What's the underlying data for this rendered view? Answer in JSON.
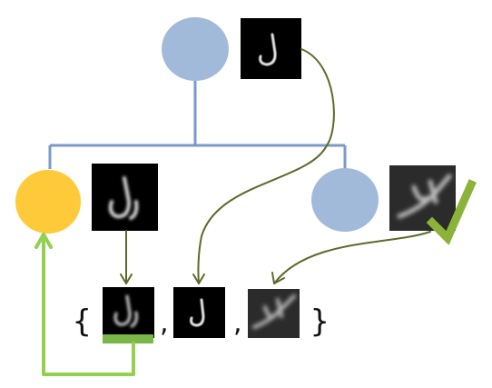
{
  "set": {
    "open_brace": "{",
    "separator_1": ",",
    "separator_2": ",",
    "close_brace": "}"
  },
  "nodes": [
    {
      "id": "root",
      "kind": "circle",
      "color": "#a2bad9"
    },
    {
      "id": "left-child",
      "kind": "circle",
      "color": "#ffca3a"
    },
    {
      "id": "right-child",
      "kind": "circle",
      "color": "#a2bad9"
    }
  ],
  "colors": {
    "tree_edge": "#7b9ac8",
    "arrow_dark": "#5c6b2a",
    "arrow_light": "#92d050",
    "checkmark": "#8bb33a",
    "selection_bar": "#7ab648",
    "thumbnail_bg": "#000000"
  },
  "icons": [
    "digit-thumbnail",
    "checkmark-icon",
    "arrow-icon"
  ]
}
